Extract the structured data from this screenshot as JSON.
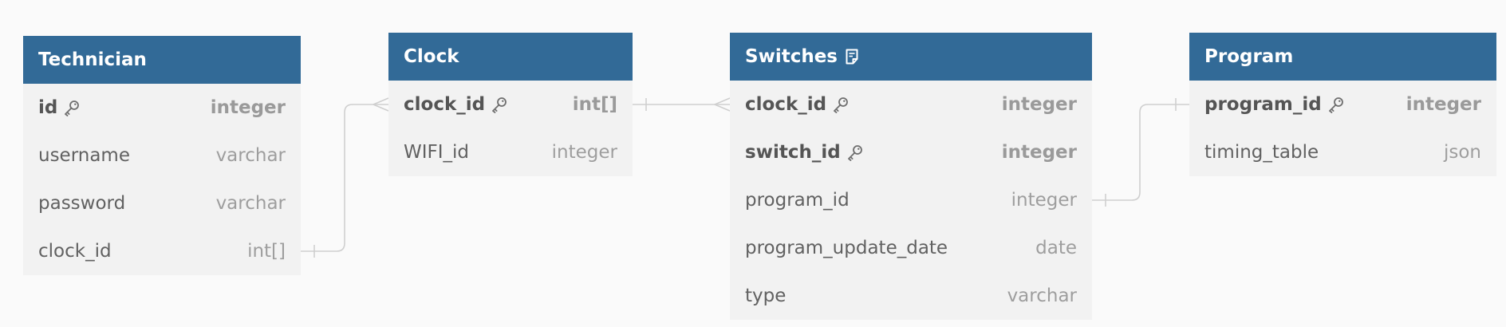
{
  "tables": {
    "technician": {
      "name": "Technician",
      "fields": [
        {
          "name": "id",
          "type": "integer",
          "pk": true
        },
        {
          "name": "username",
          "type": "varchar"
        },
        {
          "name": "password",
          "type": "varchar"
        },
        {
          "name": "clock_id",
          "type": "int[]"
        }
      ]
    },
    "clock": {
      "name": "Clock",
      "fields": [
        {
          "name": "clock_id",
          "type": "int[]",
          "pk": true
        },
        {
          "name": "WIFI_id",
          "type": "integer"
        }
      ]
    },
    "switches": {
      "name": "Switches",
      "has_note": true,
      "fields": [
        {
          "name": "clock_id",
          "type": "integer",
          "pk": true
        },
        {
          "name": "switch_id",
          "type": "integer",
          "pk": true
        },
        {
          "name": "program_id",
          "type": "integer"
        },
        {
          "name": "program_update_date",
          "type": "date"
        },
        {
          "name": "type",
          "type": "varchar"
        }
      ]
    },
    "program": {
      "name": "Program",
      "fields": [
        {
          "name": "program_id",
          "type": "integer",
          "pk": true
        },
        {
          "name": "timing_table",
          "type": "json"
        }
      ]
    }
  },
  "relationships": [
    {
      "from": "Technician.clock_id",
      "from_end": "one",
      "to": "Clock.clock_id",
      "to_end": "many"
    },
    {
      "from": "Clock.clock_id",
      "from_end": "one",
      "to": "Switches.clock_id",
      "to_end": "many"
    },
    {
      "from": "Switches.program_id",
      "from_end": "one",
      "to": "Program.program_id",
      "to_end": "one"
    }
  ],
  "colors": {
    "header_bg": "#326a97",
    "header_text": "#ffffff",
    "table_bg": "#f2f2f2",
    "field_name": "#616161",
    "field_type": "#9e9e9e",
    "connector": "#cfcfcf",
    "canvas_bg": "#fafafa"
  },
  "icons": {
    "primary_key": "key-icon",
    "table_note": "note-icon"
  }
}
